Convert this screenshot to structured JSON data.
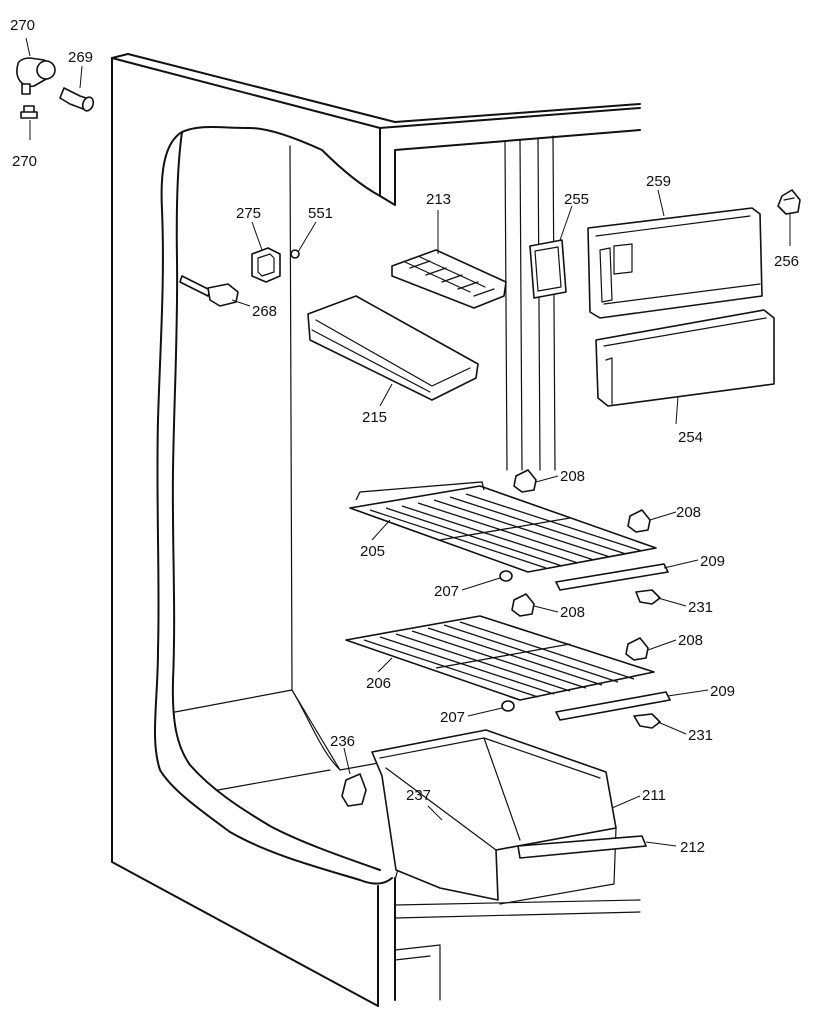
{
  "callouts": {
    "p270a": "270",
    "p270b": "270",
    "p269": "269",
    "p275": "275",
    "p551": "551",
    "p268": "268",
    "p213": "213",
    "p215": "215",
    "p255": "255",
    "p259": "259",
    "p256": "256",
    "p254": "254",
    "p208a": "208",
    "p208b": "208",
    "p208c": "208",
    "p208d": "208",
    "p205": "205",
    "p207a": "207",
    "p209a": "209",
    "p231a": "231",
    "p206": "206",
    "p207b": "207",
    "p209b": "209",
    "p231b": "231",
    "p236": "236",
    "p237": "237",
    "p211": "211",
    "p212": "212"
  }
}
